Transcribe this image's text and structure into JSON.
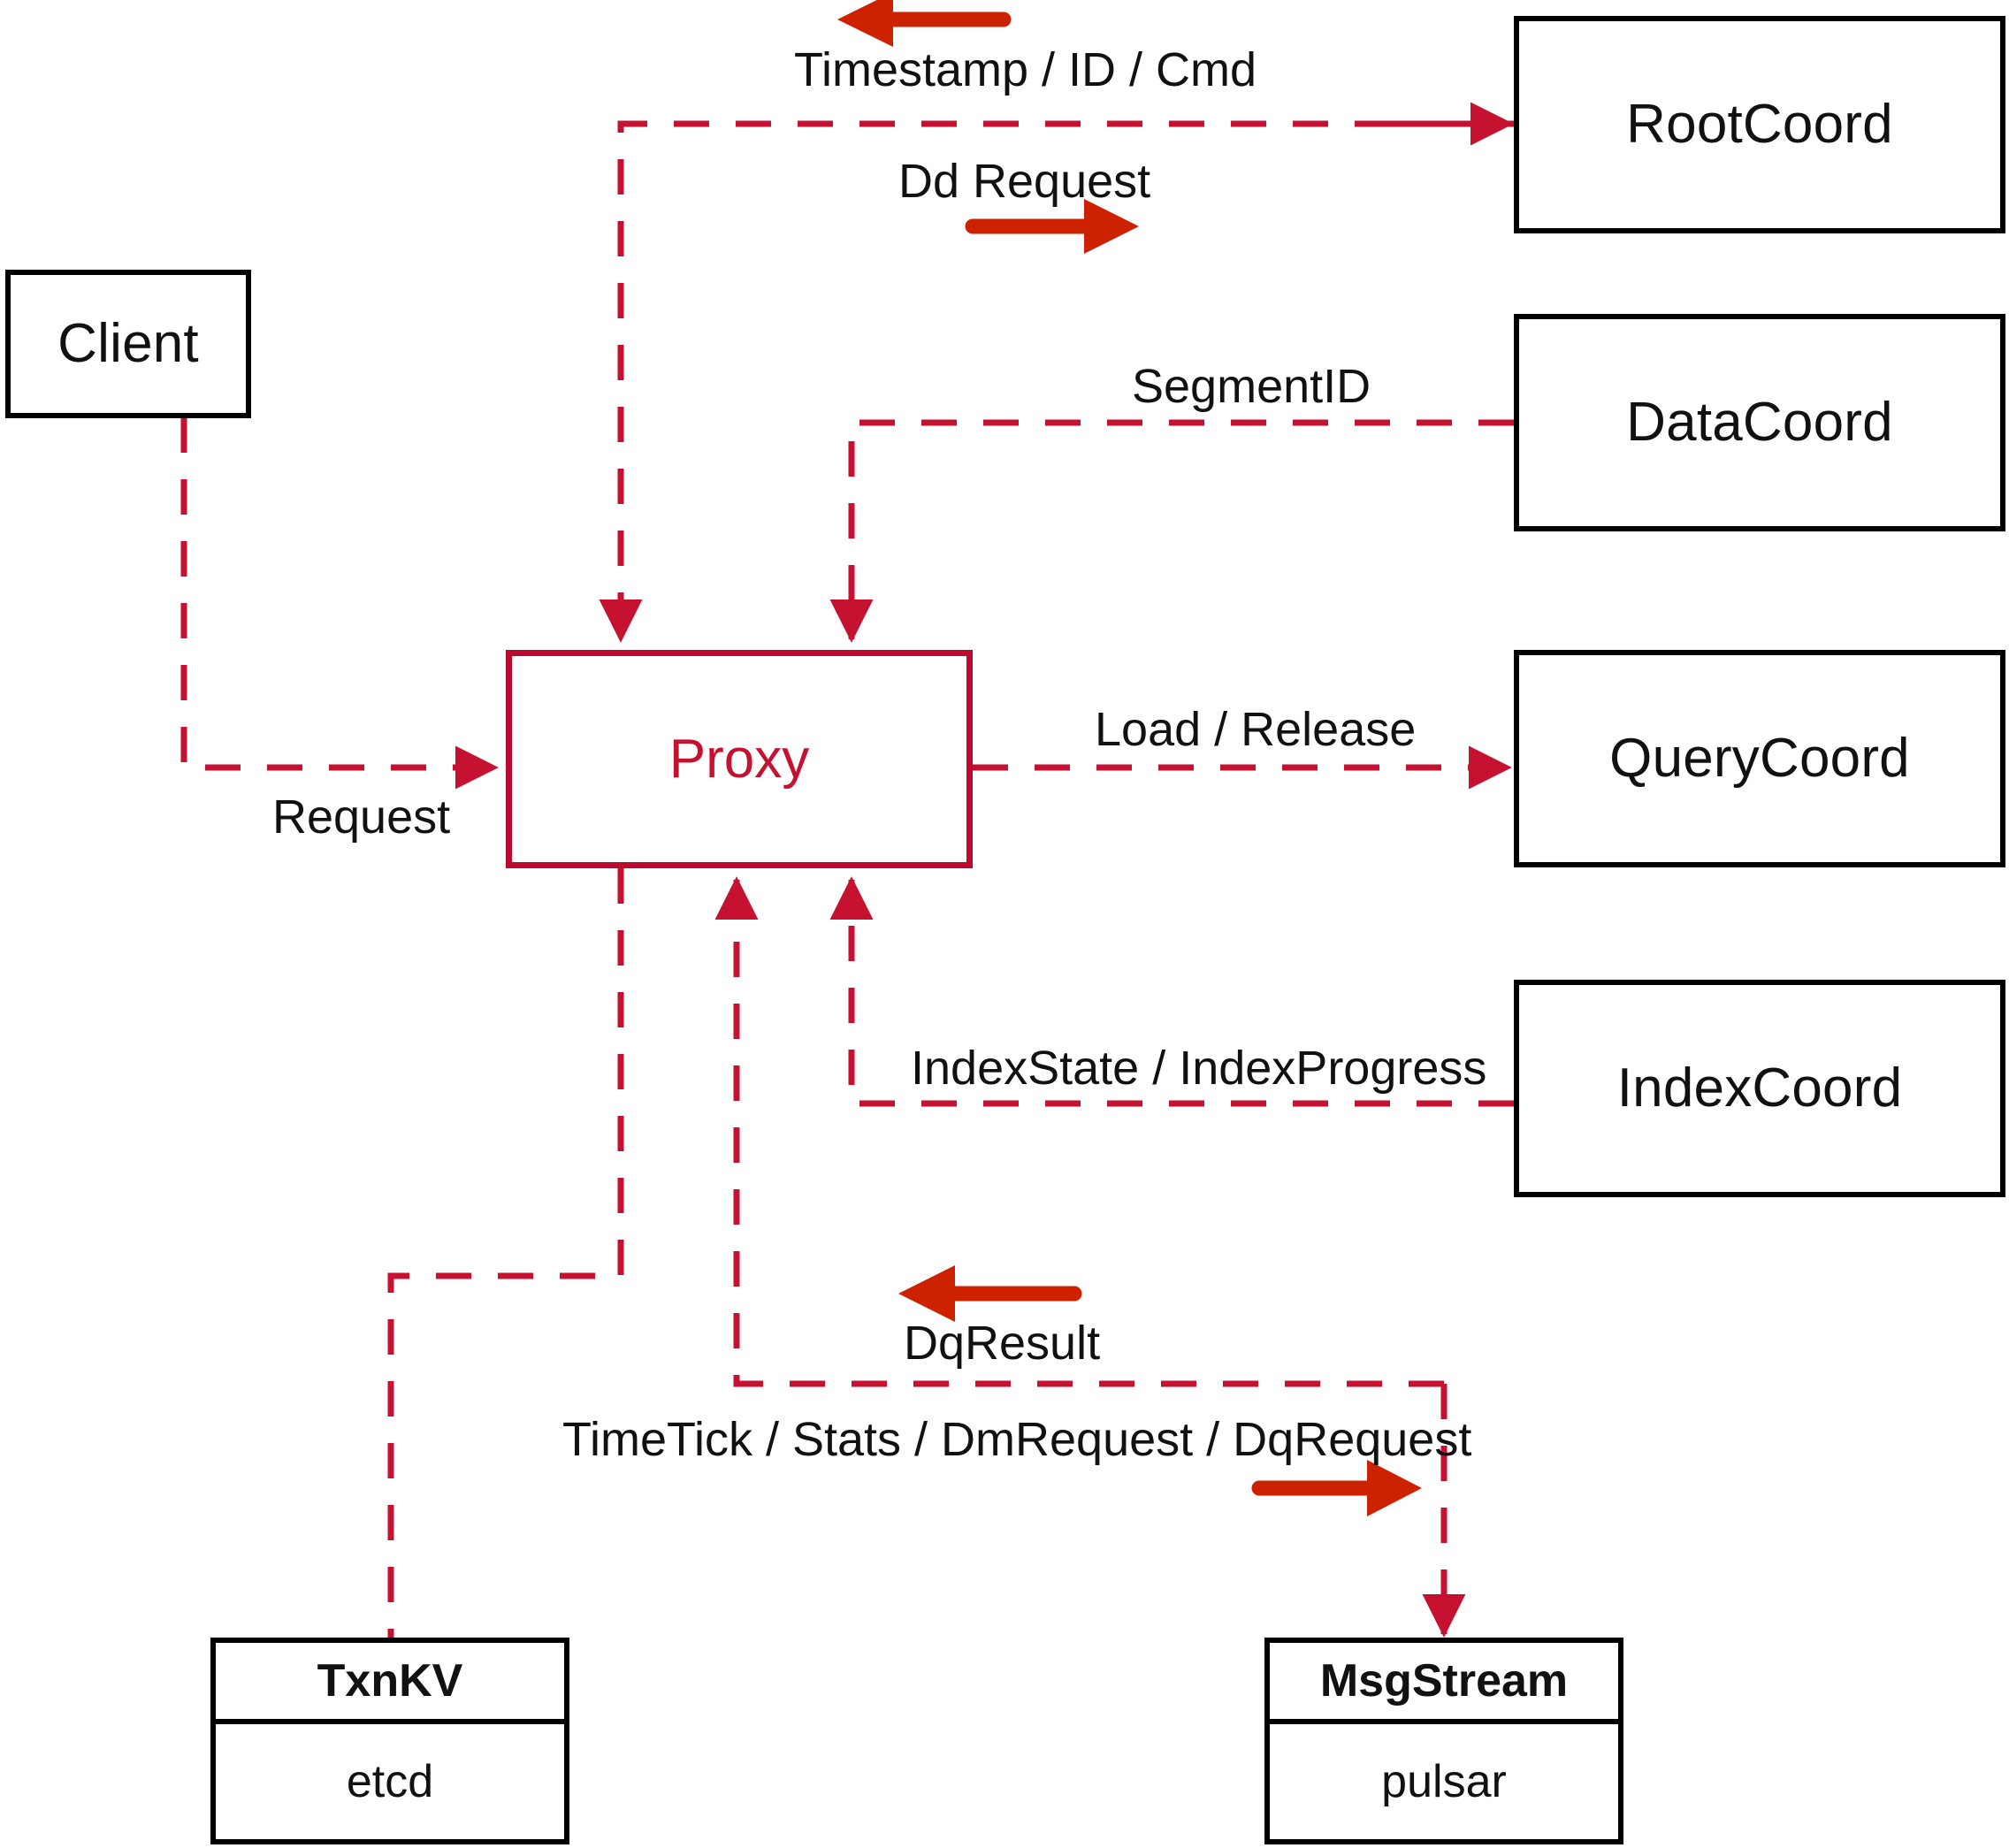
{
  "diagram": {
    "title": "Milvus Proxy interaction diagram",
    "colors": {
      "dashed_edge": "#c41230",
      "solid_arrow": "#cc2200",
      "proxy_border": "#bb0a2e",
      "proxy_text": "#c41230",
      "node_border": "#000000",
      "background": "#ffffff"
    },
    "nodes": [
      {
        "id": "client",
        "label": "Client"
      },
      {
        "id": "proxy",
        "label": "Proxy"
      },
      {
        "id": "rootcoord",
        "label": "RootCoord"
      },
      {
        "id": "datacoord",
        "label": "DataCoord"
      },
      {
        "id": "querycoord",
        "label": "QueryCoord"
      },
      {
        "id": "indexcoord",
        "label": "IndexCoord"
      }
    ],
    "stores": [
      {
        "id": "txnkv",
        "header": "TxnKV",
        "body": "etcd"
      },
      {
        "id": "msgstream",
        "header": "MsgStream",
        "body": "pulsar"
      }
    ],
    "edge_labels": [
      {
        "id": "timestamp-id-cmd",
        "text": "Timestamp / ID / Cmd"
      },
      {
        "id": "dd-request",
        "text": "Dd Request"
      },
      {
        "id": "segment-id",
        "text": "SegmentID"
      },
      {
        "id": "load-release",
        "text": "Load / Release"
      },
      {
        "id": "index-state",
        "text": "IndexState / IndexProgress"
      },
      {
        "id": "request",
        "text": "Request"
      },
      {
        "id": "dq-result",
        "text": "DqResult"
      },
      {
        "id": "timetick-stats",
        "text": "TimeTick / Stats / DmRequest / DqRequest"
      }
    ]
  }
}
